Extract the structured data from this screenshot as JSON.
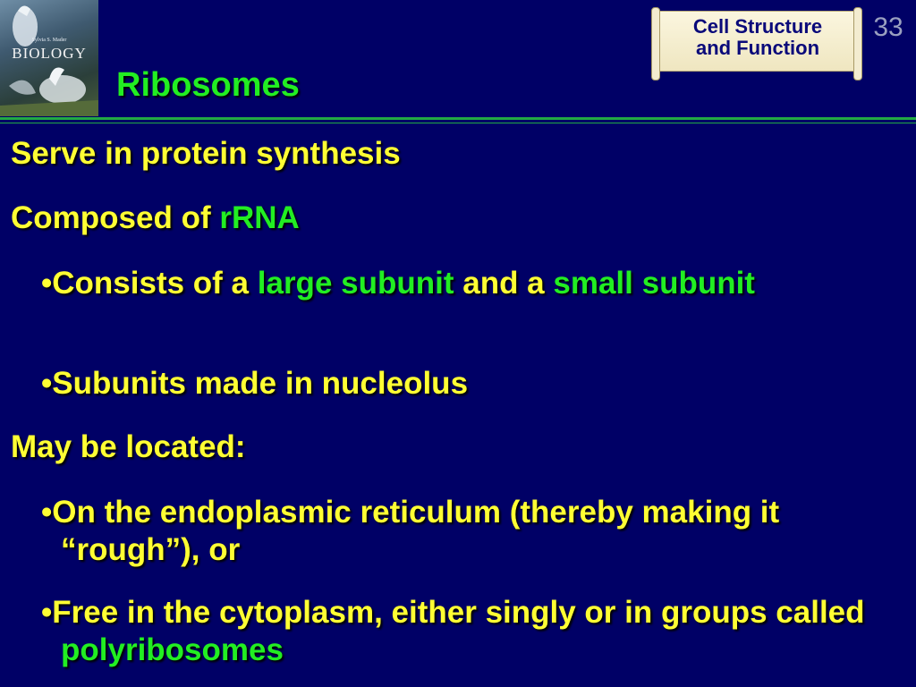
{
  "cover": {
    "author": "Sylvia S. Mader",
    "title": "BIOLOGY"
  },
  "header": {
    "topic": "Ribosomes",
    "chapter_line1": "Cell Structure",
    "chapter_line2": "and Function",
    "slide_number": "33"
  },
  "body": {
    "item1": "Serve in protein synthesis",
    "item2_prefix": "Composed of ",
    "item2_highlight": "rRNA",
    "sub1_a": "•Consists of a ",
    "sub1_b": "large subunit",
    "sub1_c": " and a ",
    "sub1_d": "small subunit",
    "sub2": "•Subunits made in nucleolus",
    "item3": "May be located:",
    "sub3": "•On the endoplasmic reticulum (thereby making it “rough”), or",
    "sub4_a": "•Free in the cytoplasm, either singly or in groups called ",
    "sub4_b": "polyribosomes"
  },
  "colors": {
    "background": "#000066",
    "text": "#ffff33",
    "highlight": "#22ee22",
    "chapter_text": "#0a0a7a"
  }
}
